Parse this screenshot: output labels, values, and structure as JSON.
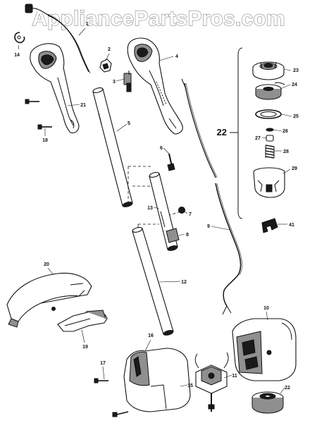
{
  "watermark": "AppliancePartsPros.com",
  "group_label": "22",
  "parts": [
    {
      "key": "p1",
      "label": "1"
    },
    {
      "key": "p2",
      "label": "2"
    },
    {
      "key": "p3",
      "label": "3"
    },
    {
      "key": "p4",
      "label": "4"
    },
    {
      "key": "p5",
      "label": "5"
    },
    {
      "key": "p6",
      "label": "6"
    },
    {
      "key": "p7",
      "label": "7"
    },
    {
      "key": "p8",
      "label": "8"
    },
    {
      "key": "p9",
      "label": "9"
    },
    {
      "key": "p10",
      "label": "10"
    },
    {
      "key": "p11",
      "label": "11"
    },
    {
      "key": "p12",
      "label": "12"
    },
    {
      "key": "p13",
      "label": "13"
    },
    {
      "key": "p14",
      "label": "14"
    },
    {
      "key": "p15",
      "label": "15"
    },
    {
      "key": "p16",
      "label": "16"
    },
    {
      "key": "p17",
      "label": "17"
    },
    {
      "key": "p18",
      "label": "18"
    },
    {
      "key": "p19",
      "label": "19"
    },
    {
      "key": "p20",
      "label": "20"
    },
    {
      "key": "p21",
      "label": "21"
    },
    {
      "key": "p22",
      "label": "22"
    },
    {
      "key": "p23",
      "label": "23"
    },
    {
      "key": "p24",
      "label": "24"
    },
    {
      "key": "p25",
      "label": "25"
    },
    {
      "key": "p26",
      "label": "26"
    },
    {
      "key": "p27",
      "label": "27"
    },
    {
      "key": "p28",
      "label": "28"
    },
    {
      "key": "p29",
      "label": "29"
    },
    {
      "key": "p41",
      "label": "41"
    }
  ]
}
